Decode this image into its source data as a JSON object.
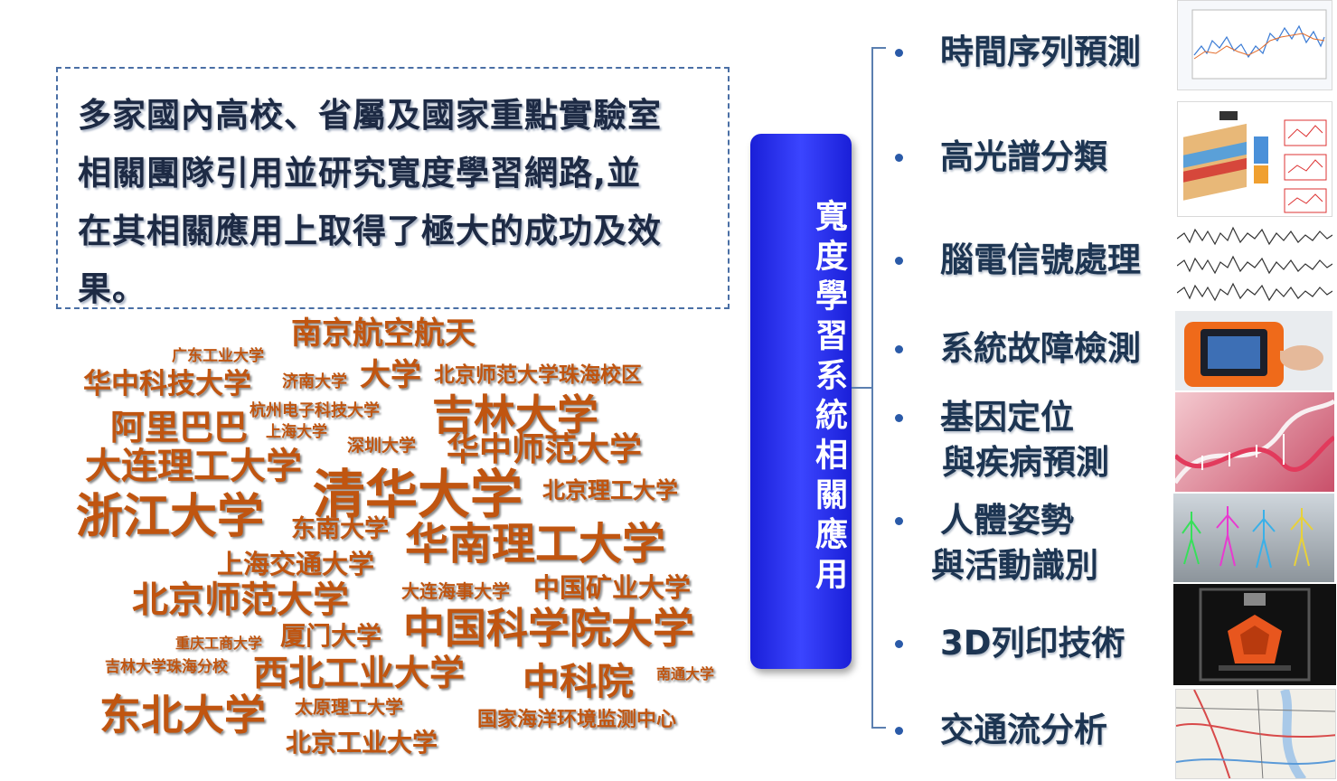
{
  "intro": {
    "lines": [
      "多家國內高校、省屬及國家重點實驗室",
      "相關團隊引用並研究寬度學習網路,並",
      "在其相關應用上取得了極大的成功及效",
      "果。"
    ]
  },
  "center_label": "寬度學習系統相關應用",
  "applications": [
    {
      "label": "時間序列預測"
    },
    {
      "label": "高光譜分類"
    },
    {
      "label": "腦電信號處理"
    },
    {
      "label": "系統故障檢測"
    },
    {
      "label_1": "基因定位",
      "label_2": "與疾病預測"
    },
    {
      "label_1": "人體姿勢",
      "label_2": "與活動識別"
    },
    {
      "label": "3D列印技術"
    },
    {
      "label": "交通流分析"
    }
  ],
  "word_cloud": [
    "南京航空航天",
    "广东工业大学",
    "华中科技大学",
    "济南大学",
    "大学",
    "北京师范大学珠海校区",
    "阿里巴巴",
    "杭州电子科技大学",
    "吉林大学",
    "上海大学",
    "深圳大学",
    "华中师范大学",
    "大连理工大学",
    "浙江大学",
    "清华大学",
    "北京理工大学",
    "东南大学",
    "华南理工大学",
    "上海交通大学",
    "北京师范大学",
    "大连海事大学",
    "中国矿业大学",
    "重庆工商大学",
    "厦门大学",
    "中国科学院大学",
    "吉林大学珠海分校",
    "西北工业大学",
    "中科院",
    "南通大学",
    "东北大学",
    "太原理工大学",
    "国家海洋环境监测中心",
    "北京工业大学"
  ],
  "colors": {
    "accent_blue": "#1a1fd8",
    "cloud_orange": "#c05510",
    "text_dark": "#1d2a44"
  }
}
